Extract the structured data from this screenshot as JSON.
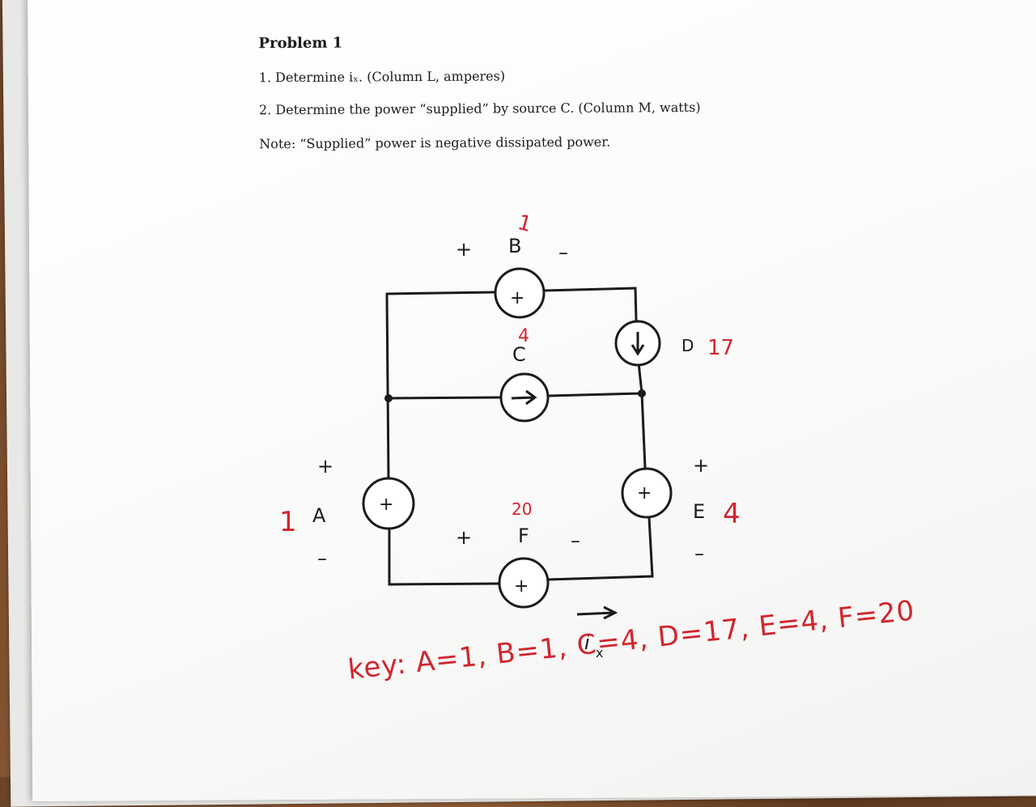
{
  "document": {
    "title": "Problem 1",
    "questions": [
      "1. Determine iₓ. (Column L, amperes)",
      "2. Determine the power “supplied” by source C. (Column M, watts)"
    ],
    "note": "Note: “Supplied” power is negative dissipated power."
  },
  "circuit": {
    "sources": {
      "A": {
        "label": "A",
        "value": "1"
      },
      "B": {
        "label": "B",
        "value": "1"
      },
      "C": {
        "label": "C",
        "value": "4"
      },
      "D": {
        "label": "D",
        "value": "17"
      },
      "E": {
        "label": "E",
        "value": "4"
      },
      "F": {
        "label": "F",
        "value": "20"
      }
    },
    "current_label": "i",
    "current_subscript": "x",
    "plus": "+",
    "minus": "–"
  },
  "key": "key: A=1, B=1, C=4, D=17, E=4, F=20",
  "colors": {
    "ink": "#1b1b1b",
    "red_pen": "#d0262e",
    "paper": "#ffffff",
    "wood": "#7a4c2b"
  }
}
